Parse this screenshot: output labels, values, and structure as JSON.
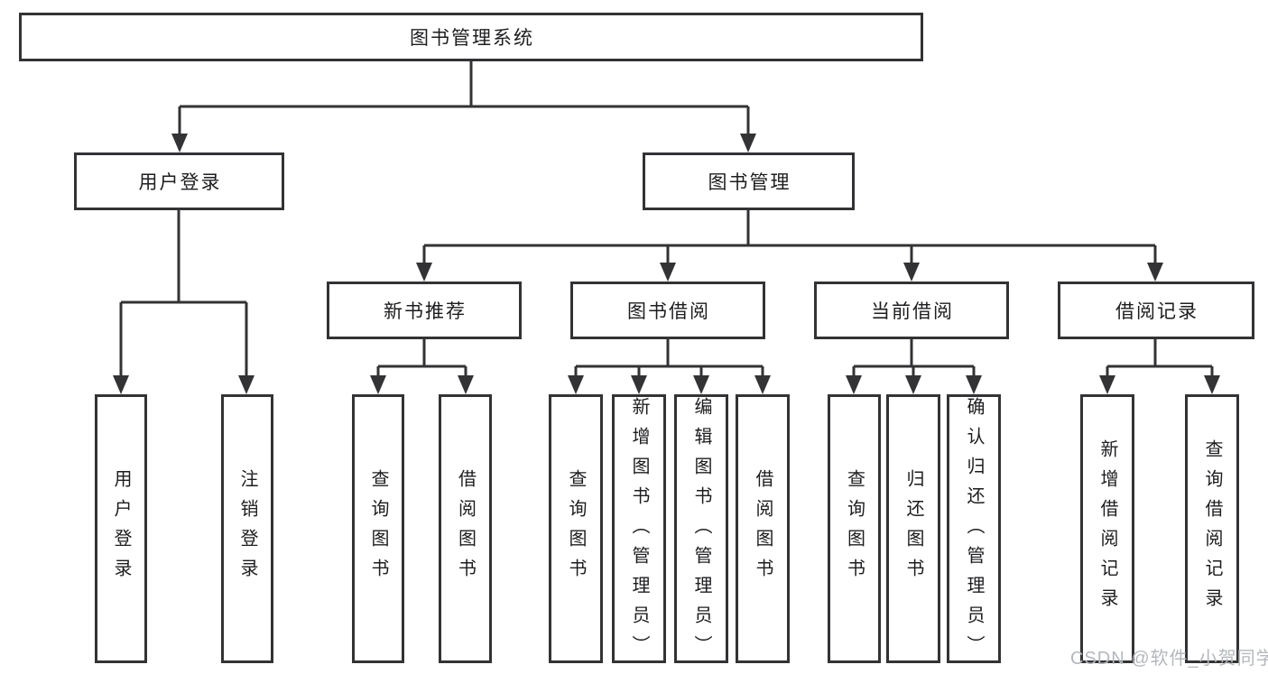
{
  "diagram": {
    "title": "图书管理系统",
    "type": "hierarchy-tree",
    "colors": {
      "line": "#333336",
      "box_border": "#333336",
      "text": "#1d1d20",
      "background": "#ffffff",
      "watermark": "#b4b8be"
    },
    "nodes": {
      "root": "图书管理系统",
      "level2": [
        "用户登录",
        "图书管理"
      ],
      "level3": [
        "新书推荐",
        "图书借阅",
        "当前借阅",
        "借阅记录"
      ],
      "leaves": [
        "用户登录",
        "注销登录",
        "查询图书",
        "借阅图书",
        "查询图书",
        "新增图书（管理员）",
        "编辑图书（管理员）",
        "借阅图书",
        "查询图书",
        "归还图书",
        "确认归还（管理员）",
        "新增借阅记录",
        "查询借阅记录"
      ]
    },
    "watermark": "CSDN @软件_小贺同学"
  }
}
